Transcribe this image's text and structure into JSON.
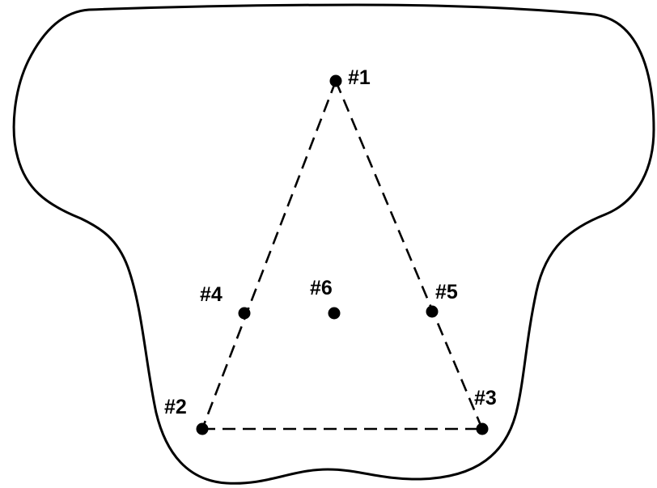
{
  "diagram": {
    "points": [
      {
        "id": "1",
        "label": "#1"
      },
      {
        "id": "2",
        "label": "#2"
      },
      {
        "id": "3",
        "label": "#3"
      },
      {
        "id": "4",
        "label": "#4"
      },
      {
        "id": "5",
        "label": "#5"
      },
      {
        "id": "6",
        "label": "#6"
      }
    ],
    "triangle_vertices": [
      "1",
      "2",
      "3"
    ],
    "colors": {
      "stroke": "#000000",
      "background": "#ffffff"
    }
  }
}
